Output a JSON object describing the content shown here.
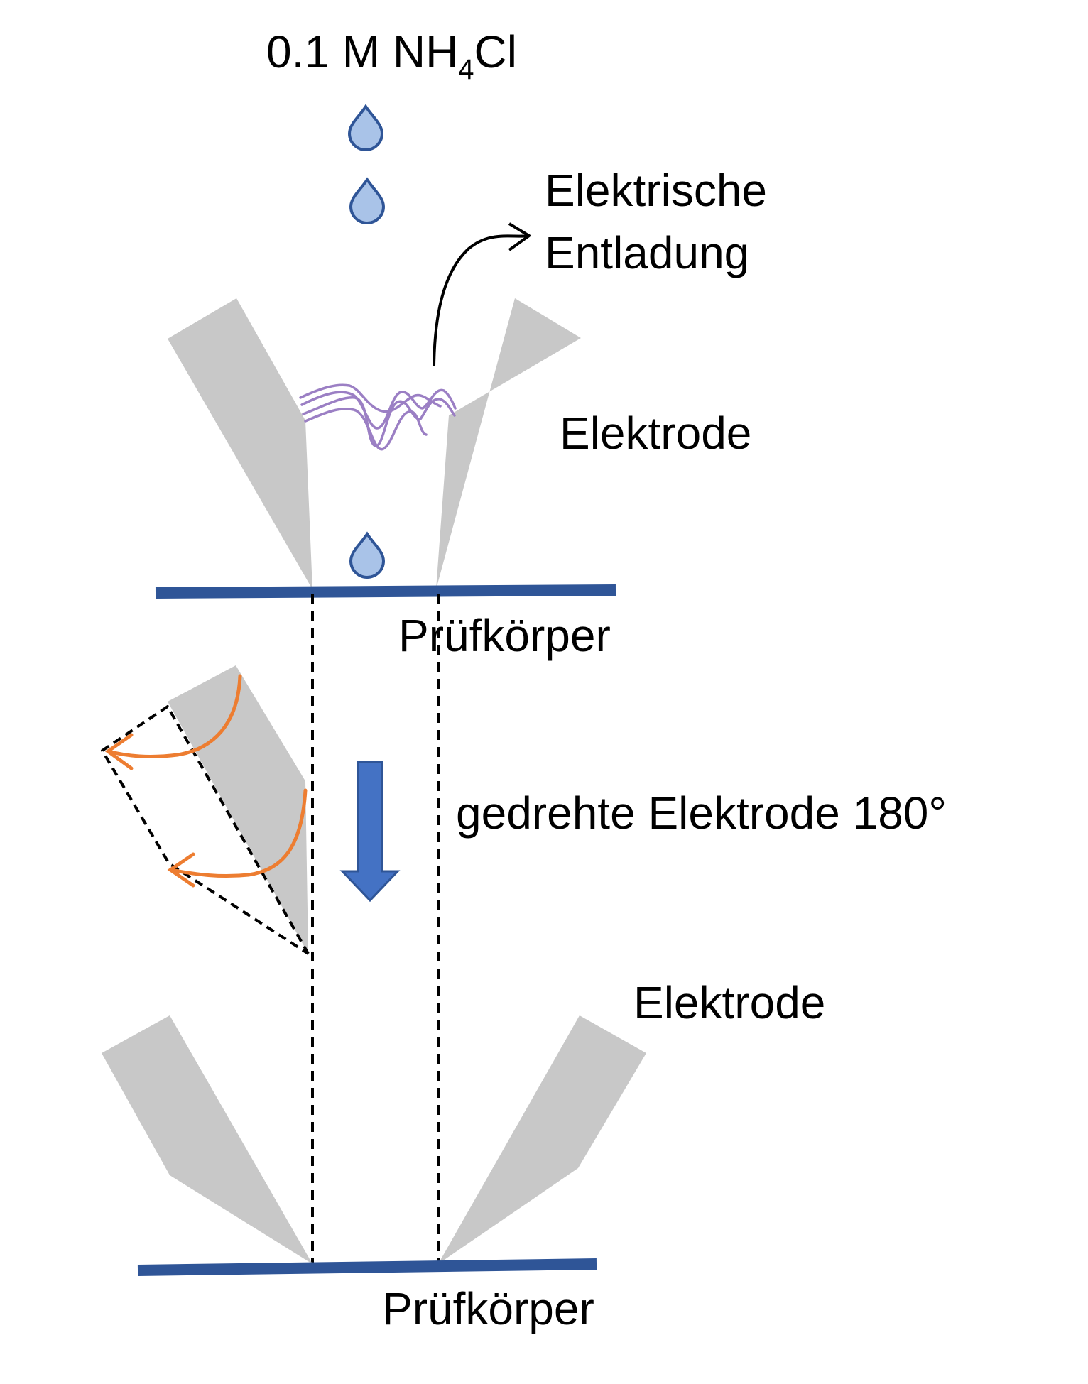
{
  "labels": {
    "solution_main": "0.1 M NH",
    "solution_sub": "4",
    "solution_tail": "Cl",
    "discharge_line1": "Elektrische",
    "discharge_line2": "Entladung",
    "electrode_top": "Elektrode",
    "specimen_top": "Prüfkörper",
    "rotated": "gedrehte Elektrode 180°",
    "electrode_bottom": "Elektrode",
    "specimen_bottom": "Prüfkörper"
  },
  "colors": {
    "electrode": "#c8c8c8",
    "specimen": "#2f5597",
    "droplet_fill": "#a9c3e8",
    "droplet_stroke": "#2f5597",
    "discharge": "#9b7fc4",
    "rotation_arrow": "#ed7d31",
    "down_arrow": "#4472c4",
    "guide_line": "#000000"
  }
}
